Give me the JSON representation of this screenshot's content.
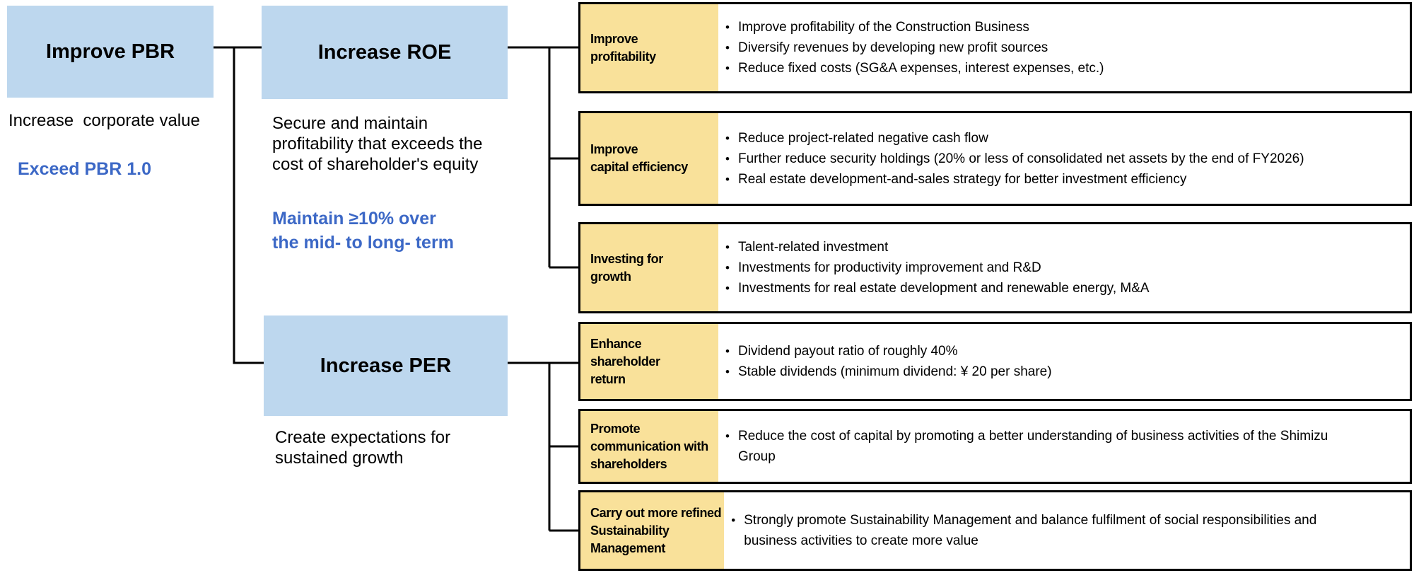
{
  "colors": {
    "blue_box_fill": "#BDD7EE",
    "yellow_label_fill": "#F9E19A",
    "accent_blue_text": "#3C68C6",
    "line_black": "#000000"
  },
  "bullet_char": "•",
  "pbr": {
    "title": "Improve PBR",
    "caption": "Increase  corporate value",
    "target": "Exceed PBR 1.0"
  },
  "roe": {
    "title": "Increase ROE",
    "caption": "Secure and maintain\nprofitability that exceeds the\ncost of shareholder's equity",
    "target": "Maintain ≥10% over\nthe mid- to long- term"
  },
  "per": {
    "title": "Increase PER",
    "caption": "Create expectations for\nsustained growth"
  },
  "rows": [
    {
      "label": "Improve\nprofitability",
      "bullets": [
        "Improve profitability of the Construction Business",
        "Diversify revenues by developing new profit sources",
        "Reduce fixed costs (SG&A expenses, interest expenses, etc.)"
      ]
    },
    {
      "label": "Improve\ncapital efficiency",
      "bullets": [
        "Reduce project-related negative cash flow",
        "Further reduce security holdings (20% or less of consolidated net assets by the end of FY2026)",
        "Real estate development-and-sales strategy for better investment efficiency"
      ]
    },
    {
      "label": "Investing for\ngrowth",
      "bullets": [
        "Talent-related investment",
        "Investments for productivity improvement and R&D",
        "Investments for real estate development and renewable energy, M&A"
      ]
    },
    {
      "label": "Enhance\nshareholder\nreturn",
      "bullets": [
        "Dividend payout ratio of roughly 40%",
        "Stable dividends (minimum dividend: ¥ 20 per share)"
      ]
    },
    {
      "label": "Promote\ncommunication with\nshareholders",
      "bullets": [
        "Reduce the cost of capital by promoting a better understanding of business activities of the Shimizu Group"
      ]
    },
    {
      "label": "Carry out more refined\nSustainability\nManagement",
      "bullets": [
        "Strongly promote Sustainability Management and balance fulfilment of social responsibilities and business activities to create more value"
      ]
    }
  ]
}
